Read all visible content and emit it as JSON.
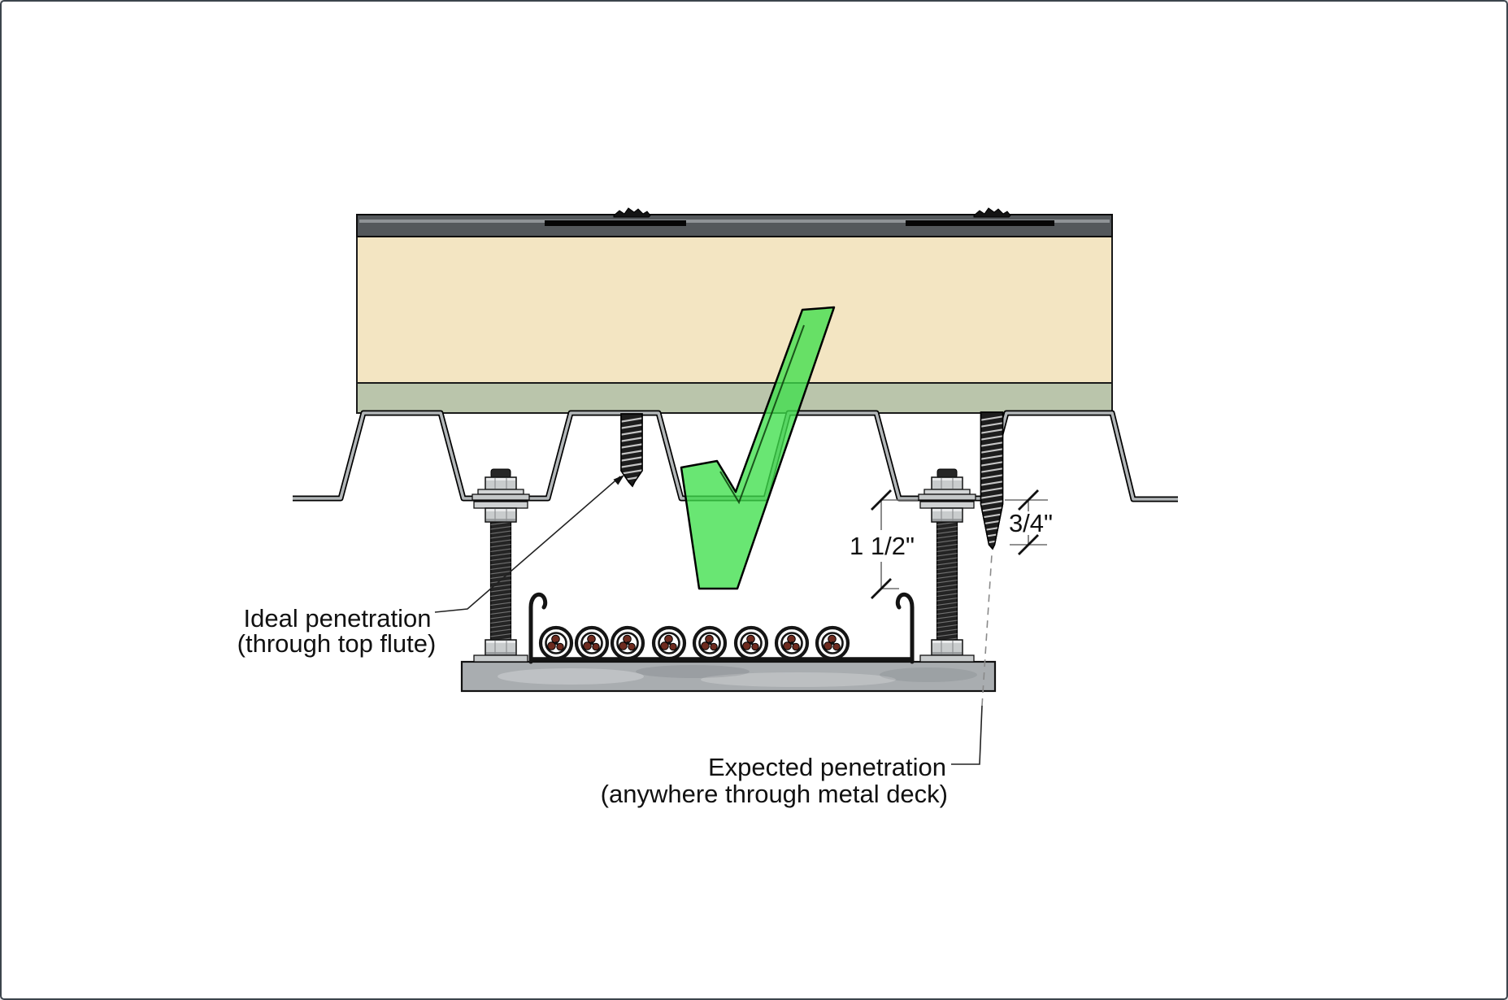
{
  "diagram": {
    "type": "roof-deck-fastener-penetration-detail",
    "annotations": {
      "ideal_penetration": {
        "line1": "Ideal penetration",
        "line2": "(through top flute)"
      },
      "expected_penetration": {
        "line1": "Expected penetration",
        "line2": "(anywhere through metal deck)"
      }
    },
    "dimensions": {
      "deck_to_tray_clearance": "1 1/2\"",
      "screw_tip_projection": "3/4\""
    },
    "checkmark_meaning": "approved condition",
    "conduits": {
      "count": 8
    },
    "colors": {
      "insulation": "#f3e5c2",
      "coverboard": "#bac5ab",
      "membrane_dark": "#54585b",
      "membrane_light_line": "#8f9396",
      "metal_deck": "#b3b7b9",
      "slab": "#a9adb0",
      "check_green": "#3fdf4b",
      "hardware_gray": "#c9cccd",
      "rod_dark": "#242424",
      "background": "#ffffff"
    }
  }
}
